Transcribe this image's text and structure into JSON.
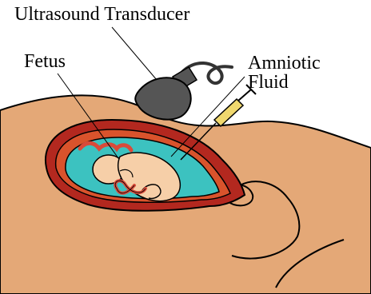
{
  "labels": {
    "transducer": "Ultrasound Transducer",
    "fetus": "Fetus",
    "fluid_line1": "Amniotic",
    "fluid_line2": "Fluid"
  },
  "colors": {
    "skin": "#e4a877",
    "uterus_wall": "#b3281f",
    "uterus_inner": "#d9532c",
    "amniotic_fluid": "#3cc2c0",
    "fetus": "#f6cfa8",
    "cord": "#d94a3a",
    "transducer": "#555555",
    "syringe": "#f0d86e",
    "outline": "#000000"
  },
  "icons": [
    "ultrasound-transducer-icon",
    "syringe-needle-icon"
  ]
}
